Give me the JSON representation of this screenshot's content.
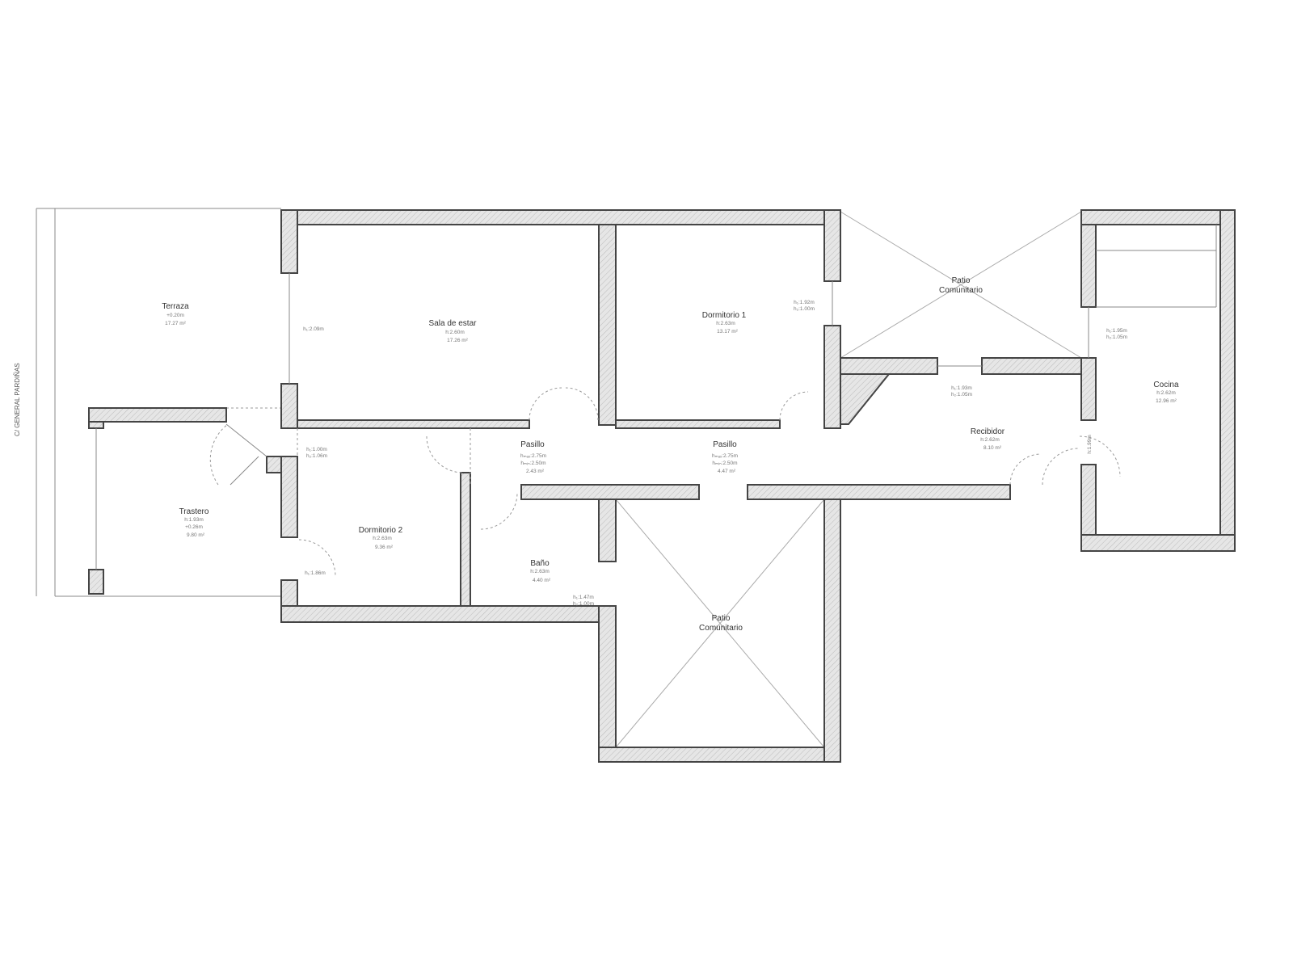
{
  "street": "C/ GENERAL PARDIÑAS",
  "rooms": {
    "terraza": {
      "name": "Terraza",
      "h": "+0.20m",
      "area": "17.27 m²"
    },
    "sala": {
      "name": "Sala de estar",
      "h": "h:2.60m",
      "area": "17.26 m²",
      "window": "h₁:2.09m"
    },
    "dorm1": {
      "name": "Dormitorio 1",
      "h": "h:2.63m",
      "area": "13.17 m²",
      "window1": "h₁:1.92m",
      "window2": "h₂:1.00m"
    },
    "patio1": {
      "name1": "Patio",
      "name2": "Comunitario"
    },
    "recibidor": {
      "name": "Recibidor",
      "h": "h:2.62m",
      "area": "8.10 m²",
      "window1": "h₁:1.93m",
      "window2": "h₂:1.05m"
    },
    "cocina": {
      "name": "Cocina",
      "h": "h:2.62m",
      "area": "12.96 m²",
      "window1": "h₁:1.95m",
      "window2": "h₂:1.05m",
      "door": "h:1.99m"
    },
    "pasillo1": {
      "name": "Pasillo",
      "h1": "hₘₐₓ:2.75m",
      "h2": "hₘᵢₙ:2.50m",
      "area": "2.43 m²"
    },
    "pasillo2": {
      "name": "Pasillo",
      "h1": "hₘₐₓ:2.75m",
      "h2": "hₘᵢₙ:2.50m",
      "area": "4.47 m²"
    },
    "trastero": {
      "name": "Trastero",
      "h": "h:1.93m",
      "level": "+0.26m",
      "area": "9.80 m²"
    },
    "dorm2": {
      "name": "Dormitorio 2",
      "h": "h:2.63m",
      "area": "9.36 m²",
      "window1": "h₁:1.00m",
      "window2": "h₂:1.06m",
      "door": "h₁:1.86m"
    },
    "bano": {
      "name": "Baño",
      "h": "h:2.63m",
      "area": "4.40 m²",
      "window1": "h₁:1.47m",
      "window2": "h₂:1.00m"
    },
    "patio2": {
      "name1": "Patio",
      "name2": "Comunitario"
    }
  }
}
